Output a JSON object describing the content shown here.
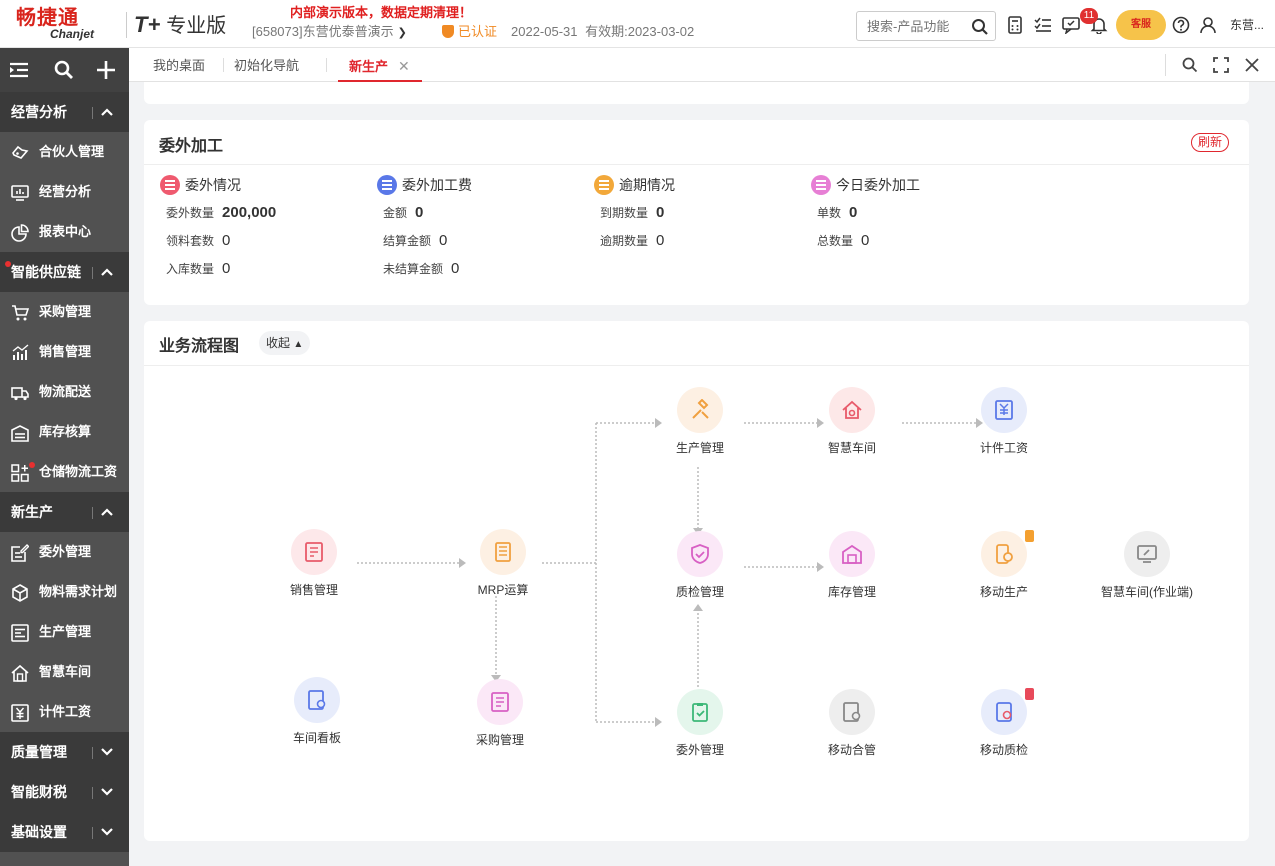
{
  "header": {
    "logo_cn": "畅捷通",
    "logo_en": "Chanjet",
    "product_brand": "T+",
    "product_edition": "专业版",
    "notice": "内部演示版本，数据定期清理！",
    "account": "[658073]东营优泰普演示",
    "cert_status": "已认证",
    "dates": "2022-05-31 有效期:2023-03-02",
    "search_placeholder": "搜索-产品功能",
    "notification_count": "11",
    "service_label": "客服",
    "user_name": "东营..."
  },
  "sidebar": {
    "groups": [
      {
        "label": "经营分析",
        "items": [
          "合伙人管理",
          "经营分析",
          "报表中心"
        ]
      },
      {
        "label": "智能供应链",
        "items": [
          "采购管理",
          "销售管理",
          "物流配送",
          "库存核算",
          "仓储物流工资"
        ]
      },
      {
        "label": "新生产",
        "items": [
          "委外管理",
          "物料需求计划",
          "生产管理",
          "智慧车间",
          "计件工资"
        ]
      },
      {
        "label": "质量管理"
      },
      {
        "label": "智能财税"
      },
      {
        "label": "基础设置"
      }
    ]
  },
  "tabs": [
    "我的桌面",
    "初始化导航",
    "新生产"
  ],
  "outsourcing": {
    "title": "委外加工",
    "refresh": "刷新",
    "sections": [
      {
        "title": "委外情况",
        "rows": [
          {
            "label": "委外数量",
            "value": "200,000"
          },
          {
            "label": "领料套数",
            "value": "0"
          },
          {
            "label": "入库数量",
            "value": "0"
          }
        ]
      },
      {
        "title": "委外加工费",
        "rows": [
          {
            "label": "金额",
            "value": "0"
          },
          {
            "label": "结算金额",
            "value": "0"
          },
          {
            "label": "未结算金额",
            "value": "0"
          }
        ]
      },
      {
        "title": "逾期情况",
        "rows": [
          {
            "label": "到期数量",
            "value": "0"
          },
          {
            "label": "逾期数量",
            "value": "0"
          }
        ]
      },
      {
        "title": "今日委外加工",
        "rows": [
          {
            "label": "单数",
            "value": "0"
          },
          {
            "label": "总数量",
            "value": "0"
          }
        ]
      }
    ]
  },
  "flow": {
    "title": "业务流程图",
    "collapse": "收起",
    "nodes": {
      "sales": "销售管理",
      "mrp": "MRP运算",
      "production": "生产管理",
      "smart_shop": "智慧车间",
      "piece_wage": "计件工资",
      "quality": "质检管理",
      "inventory": "库存管理",
      "mobile_prod": "移动生产",
      "smart_shop_op": "智慧车间(作业端)",
      "workshop_board": "车间看板",
      "purchase": "采购管理",
      "outsourcing": "委外管理",
      "mobile_warehouse": "移动合管",
      "mobile_quality": "移动质检"
    }
  },
  "colors": {
    "brand_red": "#e0272e",
    "sidebar_bg": "#515151",
    "sidebar_group_bg": "#3a3a3a",
    "cert_orange": "#f08a24"
  }
}
